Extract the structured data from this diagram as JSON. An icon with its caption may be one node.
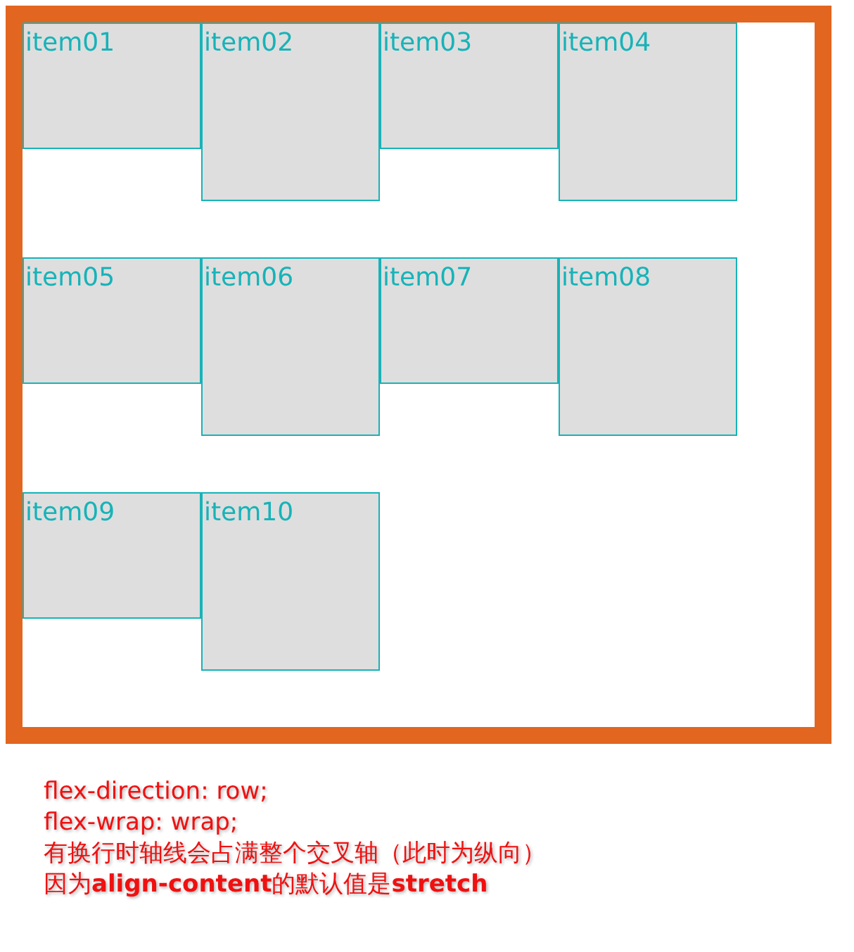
{
  "diagram": {
    "nodes": [
      {
        "text": [],
        "shape": "box"
      },
      {
        "text": [
          "item01"
        ],
        "in": 0
      },
      {
        "text": [
          "item02"
        ],
        "in": 0
      },
      {
        "text": [
          "item03"
        ],
        "in": 0
      },
      {
        "text": [
          "item04"
        ],
        "in": 0
      },
      {
        "text": [
          "item05"
        ],
        "in": 0
      },
      {
        "text": [
          "item06"
        ],
        "in": 0
      },
      {
        "text": [
          "item07"
        ],
        "in": 0
      },
      {
        "text": [
          "item08"
        ],
        "in": 0
      },
      {
        "text": [
          "item09"
        ],
        "in": 0
      },
      {
        "text": [
          "item10"
        ],
        "in": 0
      }
    ],
    "labels": [
      "flex-direction: row;",
      "flex-wrap: wrap;",
      "有换行时轴线会占满整个交叉轴（此时为纵向）",
      "因为**align-content**的默认值是**stretch**"
    ]
  }
}
